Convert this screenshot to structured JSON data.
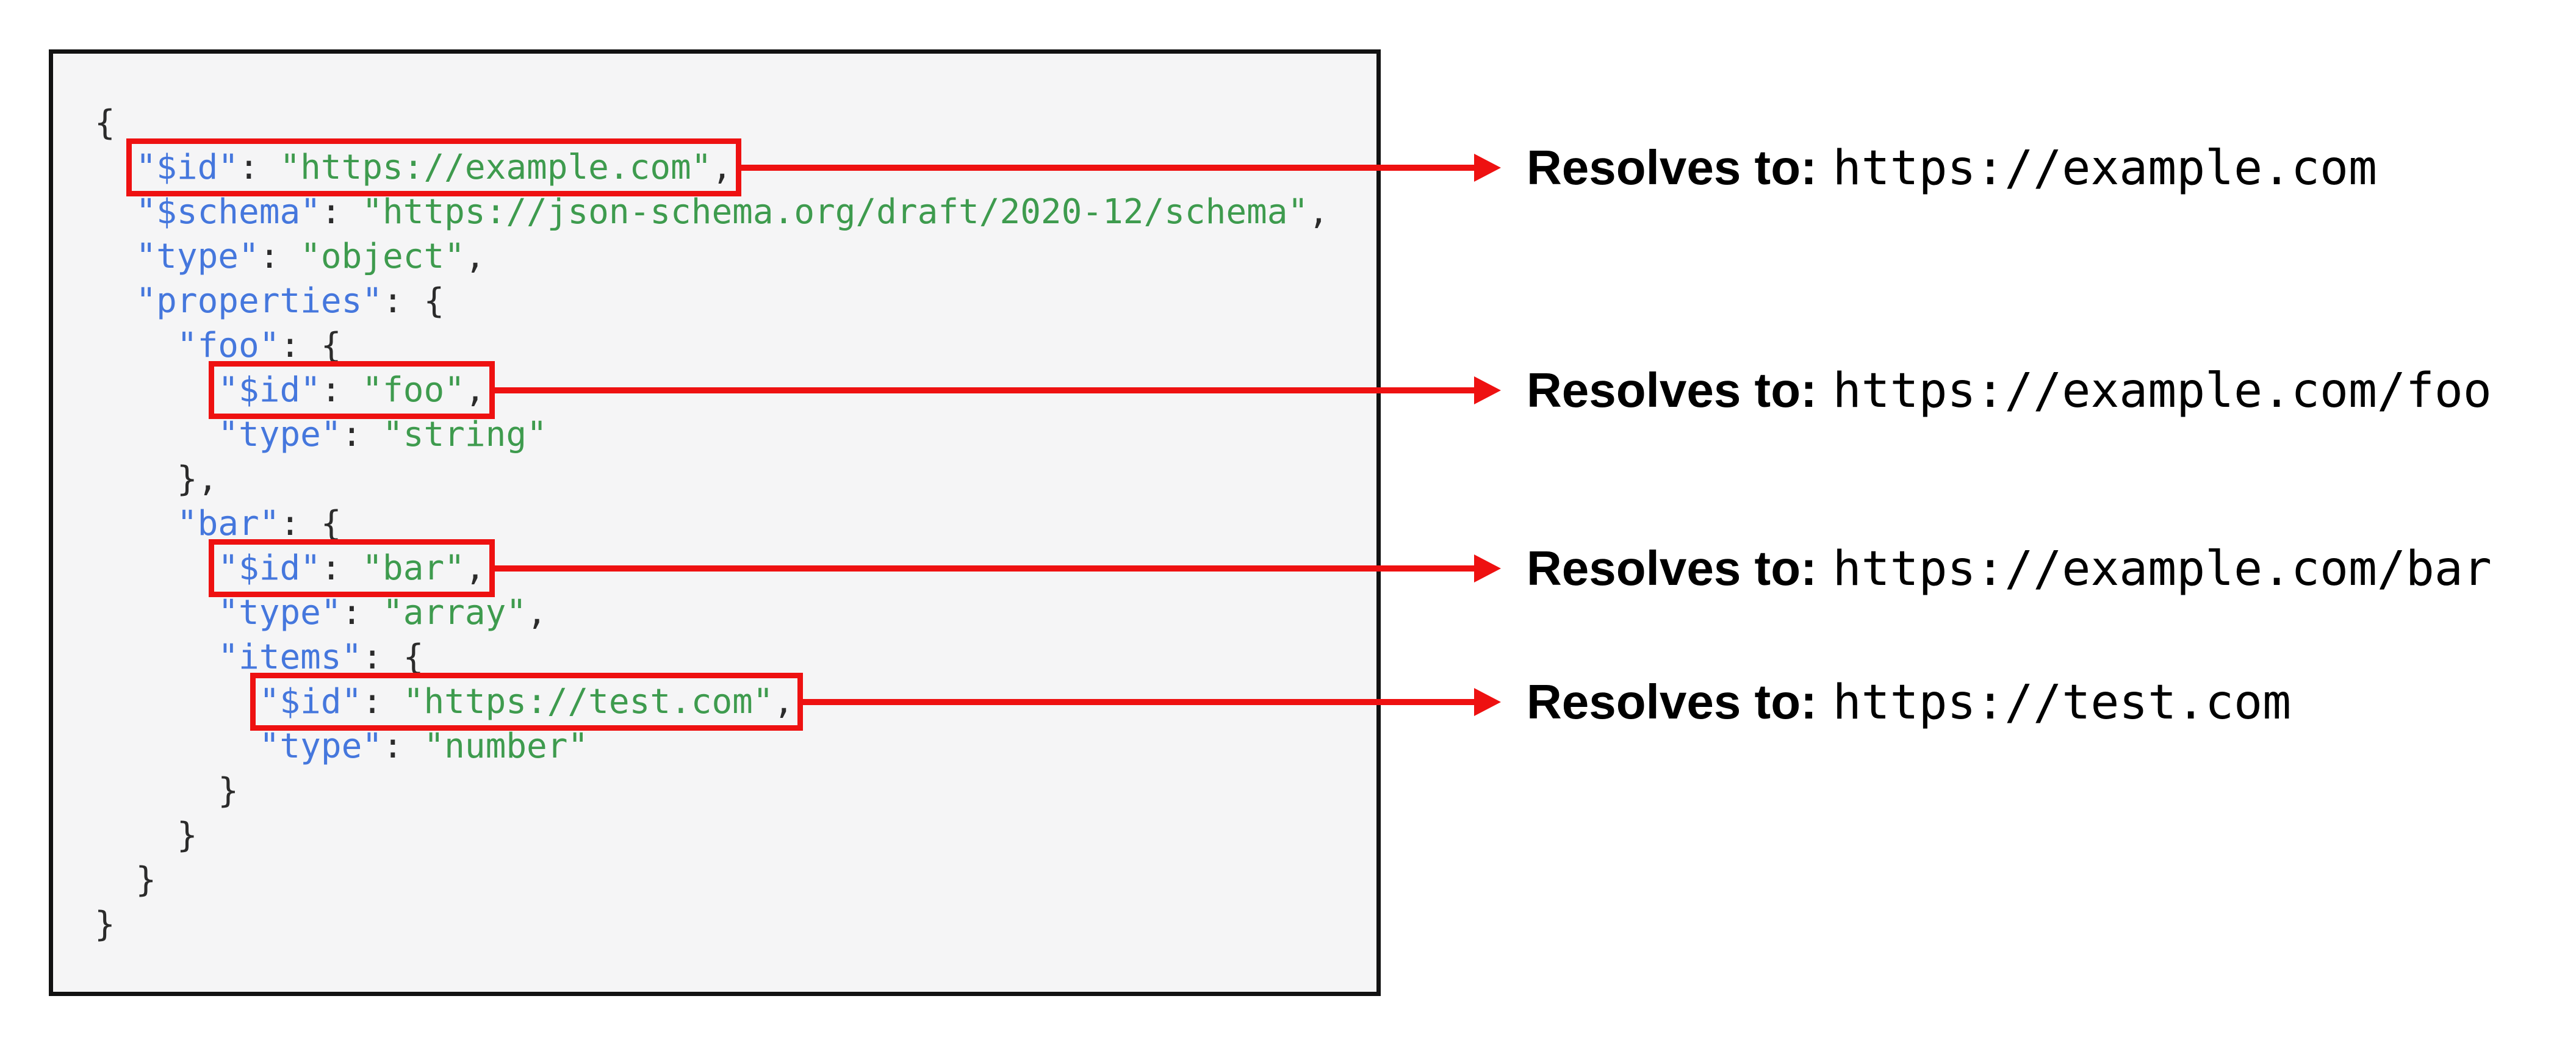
{
  "colors": {
    "accent_red": "#ee1111",
    "key_blue": "#4577dd",
    "string_green": "#3e9b4e",
    "punctuation": "#2b2b2b",
    "code_bg": "#f5f5f6",
    "border_black": "#121212"
  },
  "code_block": {
    "language": "json",
    "lines": [
      [
        {
          "c": "pun",
          "t": "{"
        }
      ],
      [
        {
          "c": "pun",
          "t": "  "
        },
        {
          "c": "key",
          "t": "\"$id\"",
          "hl": true
        },
        {
          "c": "pun",
          "t": ": ",
          "hl": true
        },
        {
          "c": "str",
          "t": "\"https://example.com\"",
          "hl": true
        },
        {
          "c": "pun",
          "t": ",",
          "hl": true
        }
      ],
      [
        {
          "c": "pun",
          "t": "  "
        },
        {
          "c": "key",
          "t": "\"$schema\""
        },
        {
          "c": "pun",
          "t": ": "
        },
        {
          "c": "str",
          "t": "\"https://json-schema.org/draft/2020-12/schema\""
        },
        {
          "c": "pun",
          "t": ","
        }
      ],
      [
        {
          "c": "pun",
          "t": "  "
        },
        {
          "c": "key",
          "t": "\"type\""
        },
        {
          "c": "pun",
          "t": ": "
        },
        {
          "c": "str",
          "t": "\"object\""
        },
        {
          "c": "pun",
          "t": ","
        }
      ],
      [
        {
          "c": "pun",
          "t": "  "
        },
        {
          "c": "key",
          "t": "\"properties\""
        },
        {
          "c": "pun",
          "t": ": {"
        }
      ],
      [
        {
          "c": "pun",
          "t": "    "
        },
        {
          "c": "key",
          "t": "\"foo\""
        },
        {
          "c": "pun",
          "t": ": {"
        }
      ],
      [
        {
          "c": "pun",
          "t": "      "
        },
        {
          "c": "key",
          "t": "\"$id\"",
          "hl": true
        },
        {
          "c": "pun",
          "t": ": ",
          "hl": true
        },
        {
          "c": "str",
          "t": "\"foo\"",
          "hl": true
        },
        {
          "c": "pun",
          "t": ",",
          "hl": true
        }
      ],
      [
        {
          "c": "pun",
          "t": "      "
        },
        {
          "c": "key",
          "t": "\"type\""
        },
        {
          "c": "pun",
          "t": ": "
        },
        {
          "c": "str",
          "t": "\"string\""
        }
      ],
      [
        {
          "c": "pun",
          "t": "    },"
        }
      ],
      [
        {
          "c": "pun",
          "t": "    "
        },
        {
          "c": "key",
          "t": "\"bar\""
        },
        {
          "c": "pun",
          "t": ": {"
        }
      ],
      [
        {
          "c": "pun",
          "t": "      "
        },
        {
          "c": "key",
          "t": "\"$id\"",
          "hl": true
        },
        {
          "c": "pun",
          "t": ": ",
          "hl": true
        },
        {
          "c": "str",
          "t": "\"bar\"",
          "hl": true
        },
        {
          "c": "pun",
          "t": ",",
          "hl": true
        }
      ],
      [
        {
          "c": "pun",
          "t": "      "
        },
        {
          "c": "key",
          "t": "\"type\""
        },
        {
          "c": "pun",
          "t": ": "
        },
        {
          "c": "str",
          "t": "\"array\""
        },
        {
          "c": "pun",
          "t": ","
        }
      ],
      [
        {
          "c": "pun",
          "t": "      "
        },
        {
          "c": "key",
          "t": "\"items\""
        },
        {
          "c": "pun",
          "t": ": {"
        }
      ],
      [
        {
          "c": "pun",
          "t": "        "
        },
        {
          "c": "key",
          "t": "\"$id\"",
          "hl": true
        },
        {
          "c": "pun",
          "t": ": ",
          "hl": true
        },
        {
          "c": "str",
          "t": "\"https://test.com\"",
          "hl": true
        },
        {
          "c": "pun",
          "t": ",",
          "hl": true
        }
      ],
      [
        {
          "c": "pun",
          "t": "        "
        },
        {
          "c": "key",
          "t": "\"type\""
        },
        {
          "c": "pun",
          "t": ": "
        },
        {
          "c": "str",
          "t": "\"number\""
        }
      ],
      [
        {
          "c": "pun",
          "t": "      }"
        }
      ],
      [
        {
          "c": "pun",
          "t": "    }"
        }
      ],
      [
        {
          "c": "pun",
          "t": "  }"
        }
      ],
      [
        {
          "c": "pun",
          "t": "}"
        }
      ]
    ]
  },
  "annotations": [
    {
      "label": "Resolves to:",
      "url": "https://example.com"
    },
    {
      "label": "Resolves to:",
      "url": "https://example.com/foo"
    },
    {
      "label": "Resolves to:",
      "url": "https://example.com/bar"
    },
    {
      "label": "Resolves to:",
      "url": "https://test.com"
    }
  ]
}
